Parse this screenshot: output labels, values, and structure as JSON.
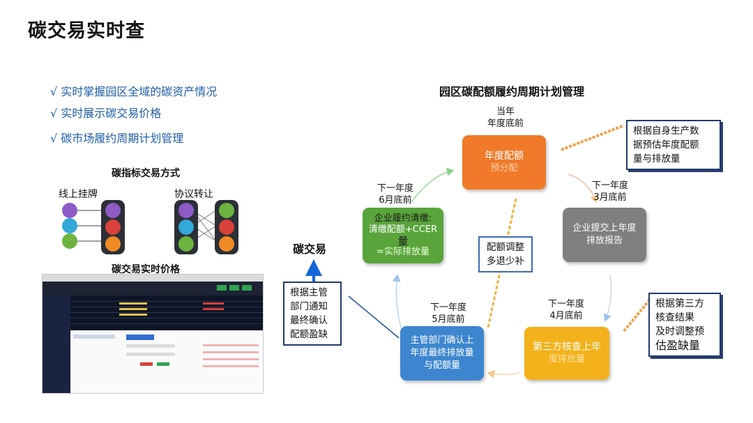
{
  "page": {
    "title": "碳交易实时查",
    "bullets": [
      "√ 实时掌握园区全域的碳资产情况",
      "√ 实时展示碳交易价格",
      "√ 碳市场履约周期计划管理"
    ]
  },
  "trade_methods": {
    "heading": "碳指标交易方式",
    "listing": "线上挂牌",
    "agreement": "协议转让",
    "dot_colors": [
      "#8e5bc6",
      "#32a9d8",
      "#6db33f"
    ],
    "hex_colors": [
      "#8e5bc6",
      "#d9413a",
      "#f08a24"
    ]
  },
  "realtime_price": {
    "heading": "碳交易实时价格"
  },
  "diagram": {
    "title": "园区碳配额履约周期计划管理",
    "center_label": "碳交易",
    "center_box": [
      "配额调整",
      "多退少补"
    ],
    "nodes": {
      "annual": {
        "when": [
          "当年",
          "年度底前"
        ],
        "lines": [
          "年度配额",
          "预分配"
        ],
        "color": "#f07a2a"
      },
      "report": {
        "when": [
          "下一年度",
          "3月底前"
        ],
        "lines": [
          "企业提交上年度",
          "排放报告"
        ],
        "color": "#7f7f7f"
      },
      "verify": {
        "when": [
          "下一年度",
          "4月底前"
        ],
        "lines": [
          "第三方核查上年",
          "度排放量"
        ],
        "color": "#f3b21b"
      },
      "confirm": {
        "when": [
          "下一年度",
          "5月底前"
        ],
        "lines": [
          "主管部门确认上",
          "年度最终排放量",
          "与配额量"
        ],
        "color": "#3d86cf"
      },
      "clear": {
        "when": [
          "下一年度",
          "6月底前"
        ],
        "lines": [
          "企业履约清缴:",
          "清缴配额+CCER",
          "量",
          "=实际排放量"
        ],
        "color": "#5aa43c"
      }
    },
    "notes": {
      "top_right": [
        "根据自身生产数",
        "据预估年度配额",
        "量与排放量"
      ],
      "mid_right": [
        "根据第三方",
        "核查结果",
        "及时调整预",
        "估盈缺量"
      ],
      "left": [
        "根据主管",
        "部门通知",
        "最终确认",
        "配额盈缺"
      ]
    }
  }
}
